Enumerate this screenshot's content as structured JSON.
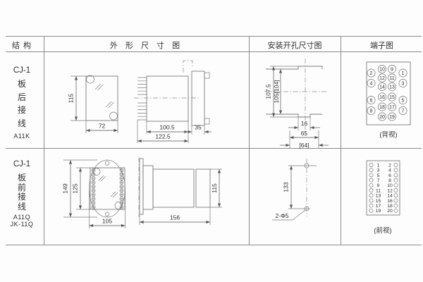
{
  "header": {
    "structure": "结 构",
    "outline": "外 形 尺 寸 图",
    "mounting": "安装开孔尺寸图",
    "terminal": "端子图"
  },
  "row1": {
    "model": "CJ-1",
    "wiring": "板后接线",
    "type_code": "A11K",
    "outline_dims": {
      "height": "115",
      "width": "72",
      "body_len": "100.5",
      "total_len": "122.5",
      "flange": "35"
    },
    "mounting_dims": {
      "outer_h": "107.5",
      "inner_h": "105[104]",
      "notch_w": "16",
      "open_w": "65",
      "open_w_alt": "[64]"
    },
    "terminal_view": {
      "caption": "(背视)",
      "numbers": [
        "10",
        "9",
        "2",
        "1",
        "12",
        "11",
        "4",
        "3",
        "14",
        "13",
        "16",
        "15",
        "6",
        "5",
        "18",
        "17",
        "8",
        "7",
        "20",
        "19"
      ]
    }
  },
  "row2": {
    "model": "CJ-1",
    "wiring": "板前接线",
    "type_code_1": "A11Q",
    "type_code_2": "JK-11Q",
    "outline_dims": {
      "outer_h": "149",
      "inner_h": "125",
      "width": "105",
      "total_len": "156",
      "body_h": "115"
    },
    "mounting_dims": {
      "hole_spacing": "133",
      "hole_label": "2-Φ5"
    },
    "terminal_view": {
      "caption": "(前视)",
      "left_numbers": [
        "1",
        "3",
        "5",
        "7",
        "9",
        "11",
        "13",
        "15",
        "17",
        "19"
      ],
      "right_numbers": [
        "2",
        "4",
        "6",
        "8",
        "10",
        "12",
        "14",
        "16",
        "18",
        "20"
      ]
    }
  }
}
